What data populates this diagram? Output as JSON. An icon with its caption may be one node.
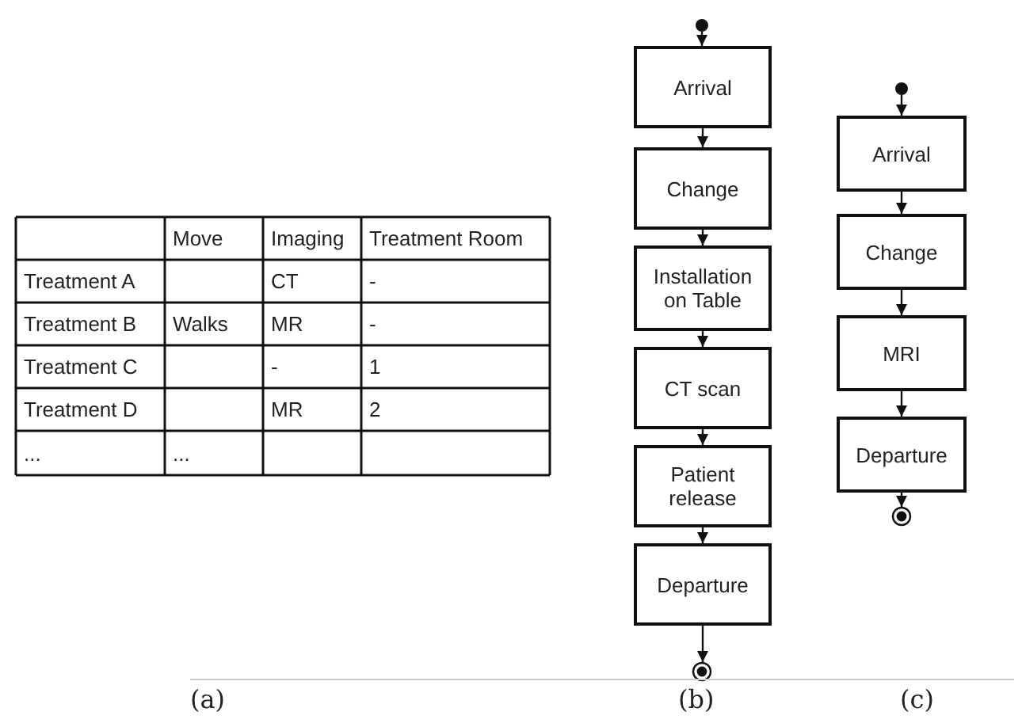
{
  "diagram": {
    "nodes": [
      {
        "text": [],
        "shape": "circle"
      },
      {
        "text": [
          "Arrival"
        ]
      },
      {
        "text": [
          "Change"
        ]
      },
      {
        "text": [
          "Installation on Table"
        ]
      },
      {
        "text": [
          "CT scan"
        ]
      },
      {
        "text": [
          "Patient release"
        ]
      },
      {
        "text": [
          "Departure"
        ]
      },
      {
        "text": [],
        "shape": "circle"
      },
      {
        "text": [],
        "shape": "circle"
      },
      {
        "text": [
          "Arrival"
        ]
      },
      {
        "text": [
          "Change"
        ]
      },
      {
        "text": [
          "MRI"
        ]
      },
      {
        "text": [
          "Departure"
        ]
      },
      {
        "text": [],
        "shape": "circle"
      }
    ],
    "edges": [
      {
        "from": 0,
        "to": 1,
        "arrow": "to"
      },
      {
        "from": 1,
        "to": 2,
        "arrow": "to"
      },
      {
        "from": 2,
        "to": 3,
        "arrow": "to"
      },
      {
        "from": 3,
        "to": 4,
        "arrow": "to"
      },
      {
        "from": 4,
        "to": 5,
        "arrow": "to"
      },
      {
        "from": 5,
        "to": 6,
        "arrow": "to"
      },
      {
        "from": 6,
        "to": 7,
        "arrow": "to"
      },
      {
        "from": 8,
        "to": 9,
        "arrow": "to"
      },
      {
        "from": 9,
        "to": 10,
        "arrow": "to"
      },
      {
        "from": 10,
        "to": 11,
        "arrow": "to"
      },
      {
        "from": 11,
        "to": 12,
        "arrow": "to"
      },
      {
        "from": 12,
        "to": 13,
        "arrow": "to"
      }
    ],
    "labels": [
      "Move",
      "Imaging",
      "Treatment Room",
      "Treatment A",
      "CT",
      "-",
      "Treatment B",
      "Walks",
      "MR",
      "-",
      "Treatment C",
      "-",
      "1",
      "Treatment D",
      "MR",
      "2",
      "...",
      "...",
      "(a)",
      "(b)",
      "(c)"
    ]
  }
}
